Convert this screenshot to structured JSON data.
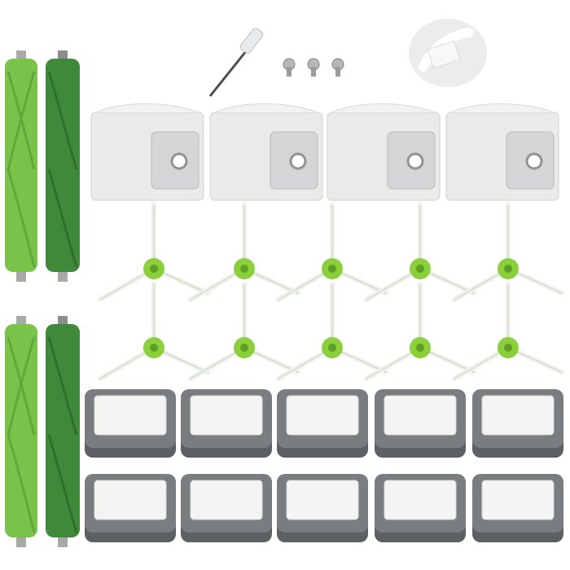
{
  "image": {
    "kind": "product-photo",
    "background_color": "#ffffff"
  },
  "parts": {
    "roller_brushes": {
      "count": 4,
      "colors": [
        "#78c34a",
        "#3f8a3a"
      ],
      "end_cap_color": "#a9aaa8"
    },
    "screwdriver": {
      "count": 1
    },
    "screws": {
      "count": 3
    },
    "cleaning_brush": {
      "count": 1
    },
    "dust_bags": {
      "count": 4,
      "color": "#e9eaea",
      "plate_color": "#d3d5d7"
    },
    "side_brushes": {
      "count": 10,
      "hub_color": "#8ccf3d",
      "arm_color": "#eef3ea"
    },
    "hepa_filters": {
      "count": 10,
      "frame_color": "#6f7274",
      "media_color": "#f4f4f2"
    }
  }
}
